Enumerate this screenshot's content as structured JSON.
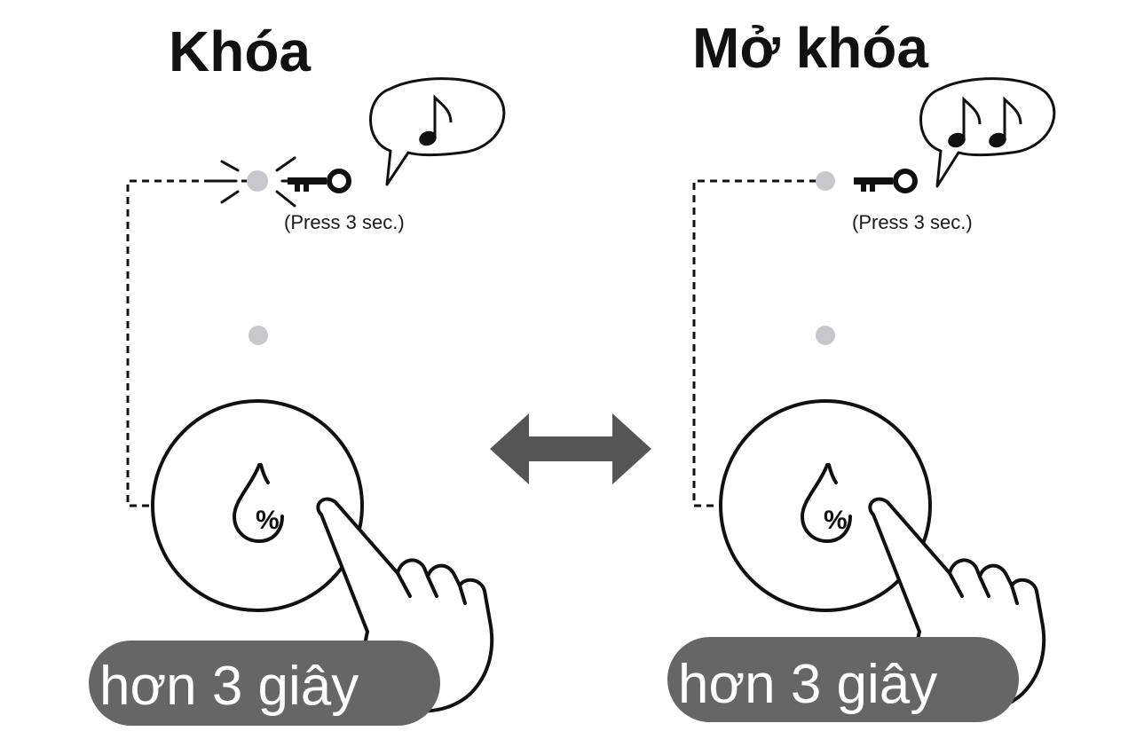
{
  "panels": [
    {
      "id": "lock",
      "title": "Khóa",
      "hint": "(Press 3 sec.)",
      "badge": "hơn 3 giây",
      "note_icon": "single-eighth-note",
      "led_state": "blinking"
    },
    {
      "id": "unlock",
      "title": "Mở khóa",
      "hint": "(Press 3 sec.)",
      "badge": "hơn 3 giây",
      "note_icon": "double-eighth-note",
      "led_state": "off"
    }
  ],
  "button_icon": "humidity-percent-icon",
  "arrow_icon": "double-headed-arrow",
  "colors": {
    "text": "#111111",
    "led": "#c8c8cc",
    "badge_bg": "#666666",
    "badge_text": "#ffffff",
    "arrow": "#555555"
  }
}
